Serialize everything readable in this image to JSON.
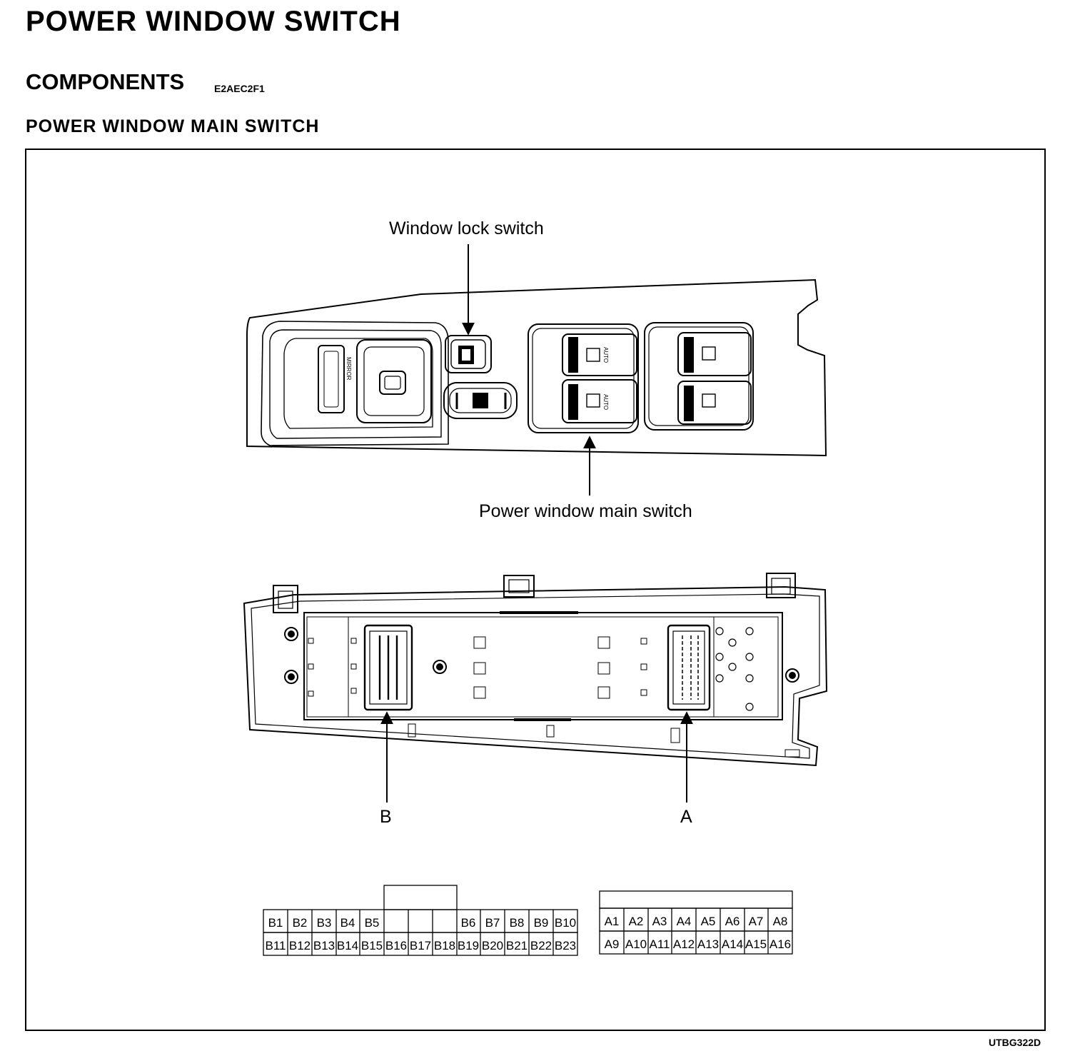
{
  "header": {
    "title": "POWER WINDOW SWITCH",
    "subtitle": "COMPONENTS",
    "subtitle_code": "E2AEC2F1",
    "section": "POWER WINDOW MAIN SWITCH"
  },
  "diagram": {
    "callout_window_lock": "Window lock switch",
    "callout_main_switch": "Power window main switch",
    "mirror_text": "MIRROR",
    "auto_text": "AUTO",
    "connector_b": "B",
    "connector_a": "A",
    "figure_code": "UTBG322D"
  },
  "connector_b": {
    "row1": [
      "B1",
      "B2",
      "B3",
      "B4",
      "B5",
      "",
      "",
      "",
      "B6",
      "B7",
      "B8",
      "B9",
      "B10"
    ],
    "row2": [
      "B11",
      "B12",
      "B13",
      "B14",
      "B15",
      "B16",
      "B17",
      "B18",
      "B19",
      "B20",
      "B21",
      "B22",
      "B23"
    ]
  },
  "connector_a": {
    "row1": [
      "A1",
      "A2",
      "A3",
      "A4",
      "A5",
      "A6",
      "A7",
      "A8"
    ],
    "row2": [
      "A9",
      "A10",
      "A11",
      "A12",
      "A13",
      "A14",
      "A15",
      "A16"
    ]
  }
}
